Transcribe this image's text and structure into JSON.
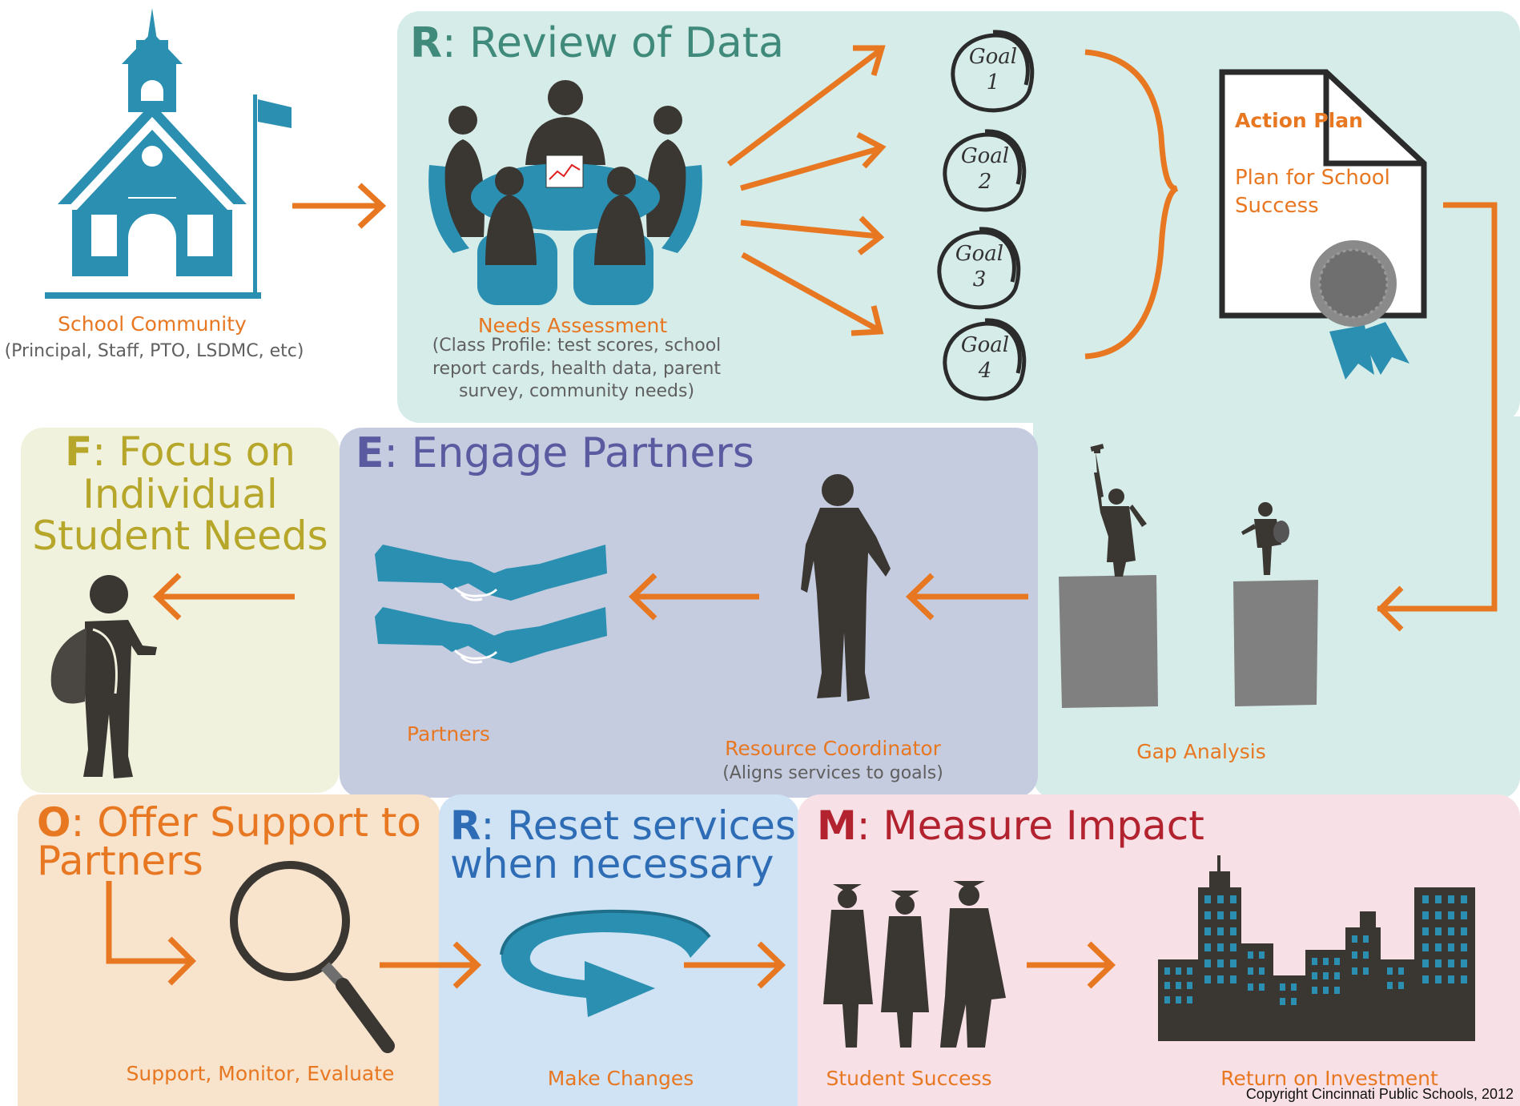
{
  "school": {
    "label": "School Community",
    "sub": "(Principal, Staff, PTO, LSDMC, etc)"
  },
  "review": {
    "letter": "R",
    "title": ": Review of Data",
    "needs_label": "Needs Assessment",
    "needs_sub": "(Class Profile: test scores, school report cards, health data, parent survey, community needs)",
    "goals": [
      {
        "word": "Goal",
        "num": "1"
      },
      {
        "word": "Goal",
        "num": "2"
      },
      {
        "word": "Goal",
        "num": "3"
      },
      {
        "word": "Goal",
        "num": "4"
      }
    ],
    "action_plan_title": "Action Plan",
    "action_plan_text": "Plan for School Success",
    "gap_label": "Gap Analysis"
  },
  "engage": {
    "letter": "E",
    "title": ": Engage Partners",
    "partners_label": "Partners",
    "coordinator_label": "Resource Coordinator",
    "coordinator_sub": "(Aligns services to goals)"
  },
  "focus": {
    "letter": "F",
    "title_line1": ": Focus on",
    "title_line2": "Individual",
    "title_line3": "Student Needs"
  },
  "offer": {
    "letter": "O",
    "title_line1": ": Offer Support to",
    "title_line2": "Partners",
    "label": "Support, Monitor, Evaluate"
  },
  "reset": {
    "letter": "R",
    "title_line1": ": Reset services",
    "title_line2": "when necessary",
    "label": "Make Changes"
  },
  "measure": {
    "letter": "M",
    "title": ": Measure Impact",
    "student_label": "Student Success",
    "roi_label": "Return on Investment"
  },
  "copyright": "Copyright Cincinnati Public Schools, 2012",
  "colors": {
    "orange": "#e87722",
    "teal": "#2a8fb0",
    "dark": "#3a3632",
    "review_bg": "#d6ece9",
    "engage_bg": "#c5cce0",
    "focus_bg": "#f0f2dd",
    "offer_bg": "#f8e3cc",
    "reset_bg": "#cfe3f4",
    "measure_bg": "#f7e1e7",
    "review_title": "#3f8a7a",
    "engage_title": "#5a5aa0",
    "focus_title": "#b6a62a",
    "offer_title": "#e87722",
    "reset_title": "#2e6db5",
    "measure_title": "#b3222f"
  }
}
